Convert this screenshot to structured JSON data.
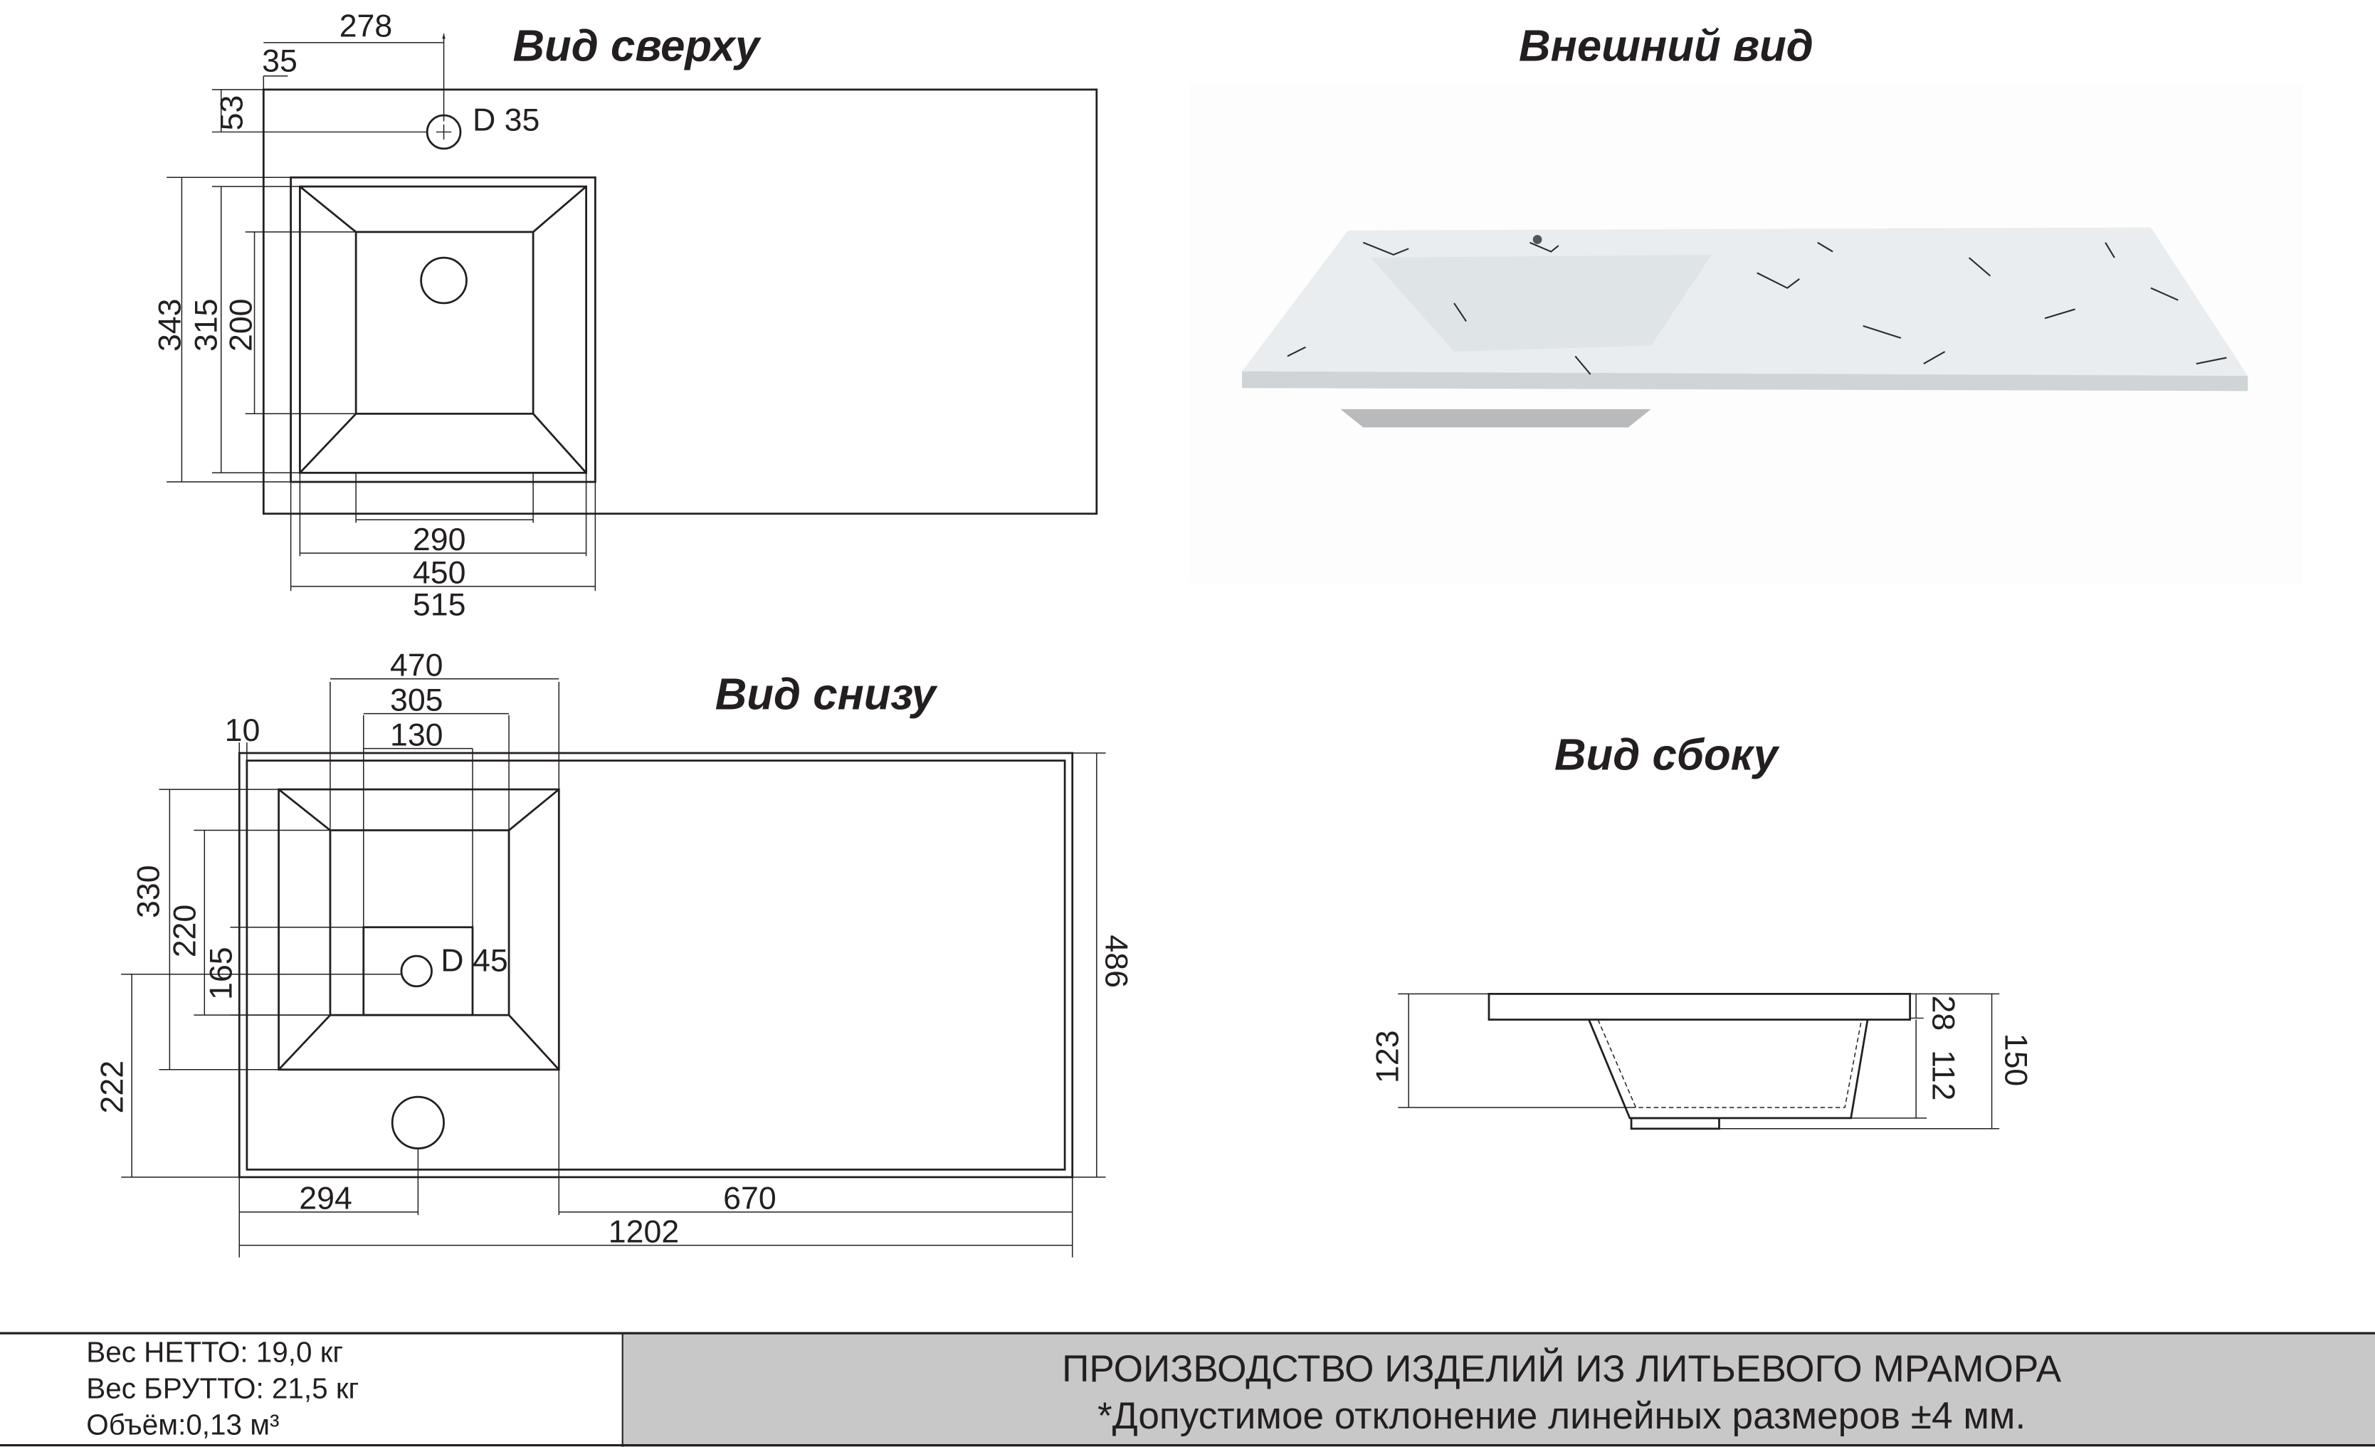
{
  "titles": {
    "top_view": "Вид сверху",
    "appearance": "Внешний вид",
    "bottom_view": "Вид снизу",
    "side_view": "Вид сбоку"
  },
  "top_view_dims": {
    "d278": "278",
    "d35": "35",
    "d53": "53",
    "hole": "D 35",
    "d343": "343",
    "d315": "315",
    "d200": "200",
    "d290": "290",
    "d450": "450",
    "d515": "515"
  },
  "bottom_view_dims": {
    "d470": "470",
    "d305": "305",
    "d130": "130",
    "d10": "10",
    "d330": "330",
    "d220": "220",
    "d165": "165",
    "d222": "222",
    "drain": "D 45",
    "d486": "486",
    "d294": "294",
    "d670": "670",
    "d1202": "1202"
  },
  "side_view_dims": {
    "d123": "123",
    "d28": "28",
    "d112": "112",
    "d150": "150"
  },
  "footer": {
    "net_weight": "Вес НЕТТО: 19,0 кг",
    "gross_weight": "Вес БРУТТО: 21,5 кг",
    "volume": "Объём:0,13 м³",
    "company_line": "ПРОИЗВОДСТВО ИЗДЕЛИЙ ИЗ ЛИТЬЕВОГО МРАМОРА",
    "tolerance_note": "*Допустимое отклонение линейных размеров ±4 мм."
  },
  "colors": {
    "footer_bg": "#c8c8c8",
    "line": "#231f20"
  }
}
